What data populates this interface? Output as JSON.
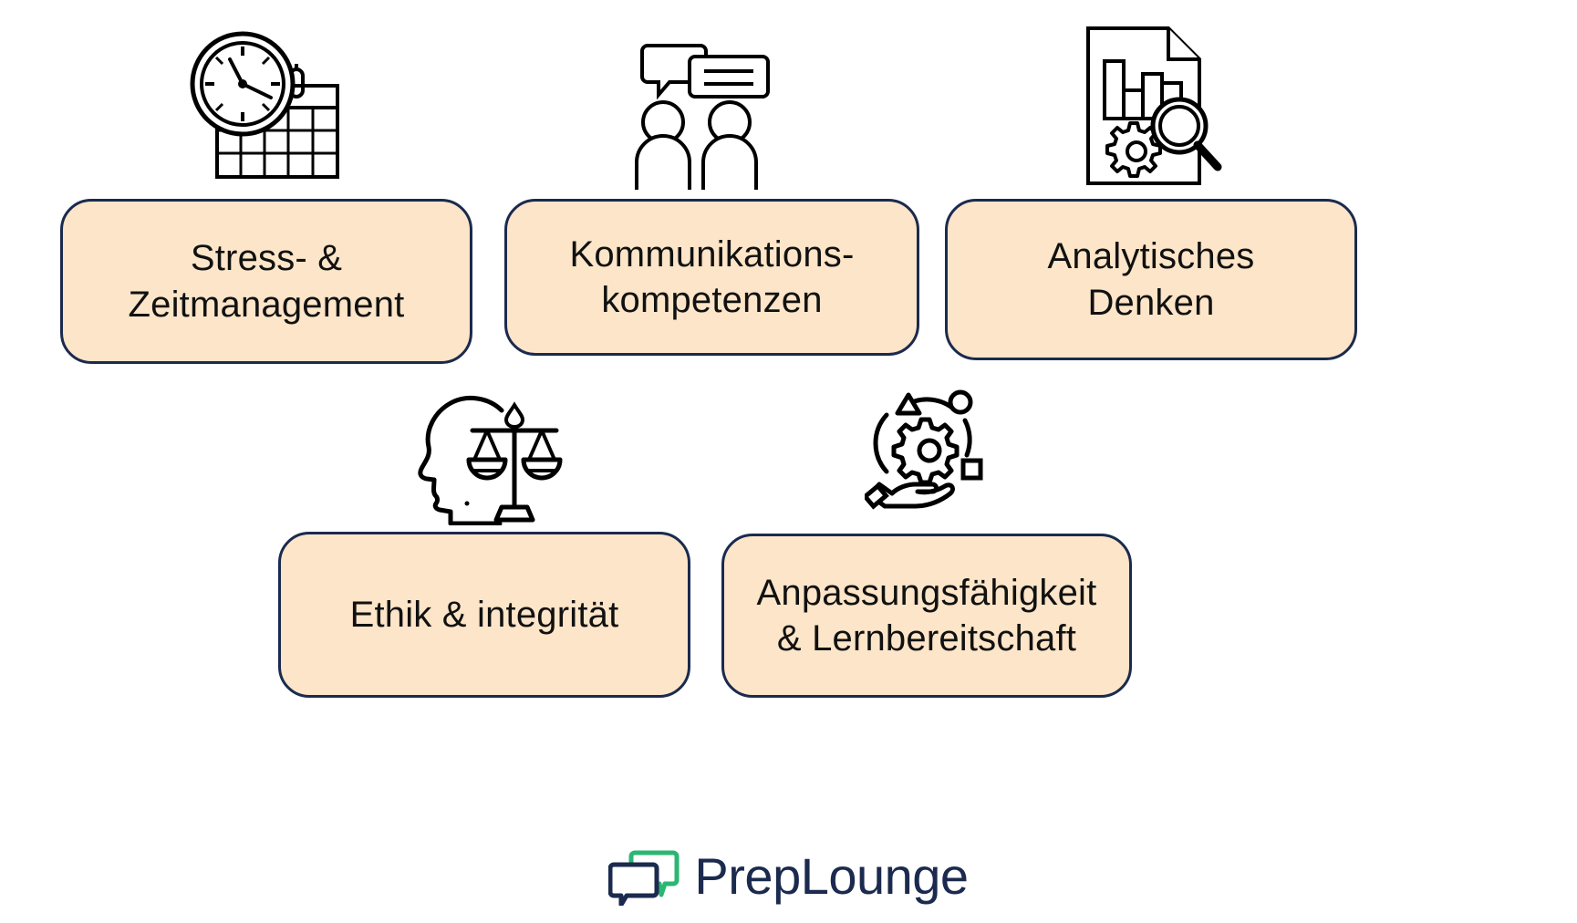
{
  "palette": {
    "card_fill": "#FCE5C8",
    "card_border": "#1B2A4E",
    "text": "#111111",
    "background": "#FFFFFF",
    "logo_navy": "#1B2A4E",
    "logo_green": "#2BB673",
    "icon_stroke": "#000000"
  },
  "cards": [
    {
      "id": "stress-time-management",
      "label": "Stress- &\nZeitmanagement",
      "icon_name": "clock-calendar-icon"
    },
    {
      "id": "communication-skills",
      "label": "Kommunikations-\nkompetenzen",
      "icon_name": "two-people-speech-bubbles-icon"
    },
    {
      "id": "analytical-thinking",
      "label": "Analytisches\nDenken",
      "icon_name": "document-chart-magnifier-icon"
    },
    {
      "id": "ethics-integrity",
      "label": "Ethik & integrität",
      "icon_name": "head-balance-scales-icon"
    },
    {
      "id": "adaptability-learning",
      "label": "Anpassungsfähigkeit\n& Lernbereitschaft",
      "icon_name": "hand-gear-shapes-icon"
    }
  ],
  "footer": {
    "brand": "PrepLounge",
    "logo_icon_name": "speech-bubbles-logo-icon"
  }
}
